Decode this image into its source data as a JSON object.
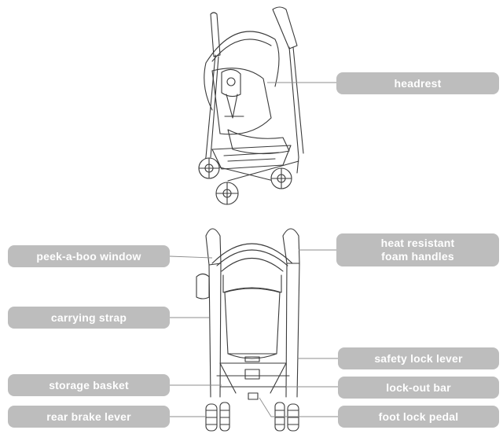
{
  "labels": {
    "headrest": "headrest",
    "peek_a_boo_window": "peek-a-boo window",
    "heat_resistant_line1": "heat resistant",
    "heat_resistant_line2": "foam handles",
    "carrying_strap": "carrying strap",
    "safety_lock_lever": "safety lock lever",
    "storage_basket": "storage basket",
    "lock_out_bar": "lock-out bar",
    "rear_brake_lever": "rear brake lever",
    "foot_lock_pedal": "foot lock pedal"
  },
  "colors": {
    "label_bg": "#bdbdbd",
    "label_text": "#ffffff",
    "line_art": "#3a3a3a",
    "leader": "#8c8c8c"
  }
}
